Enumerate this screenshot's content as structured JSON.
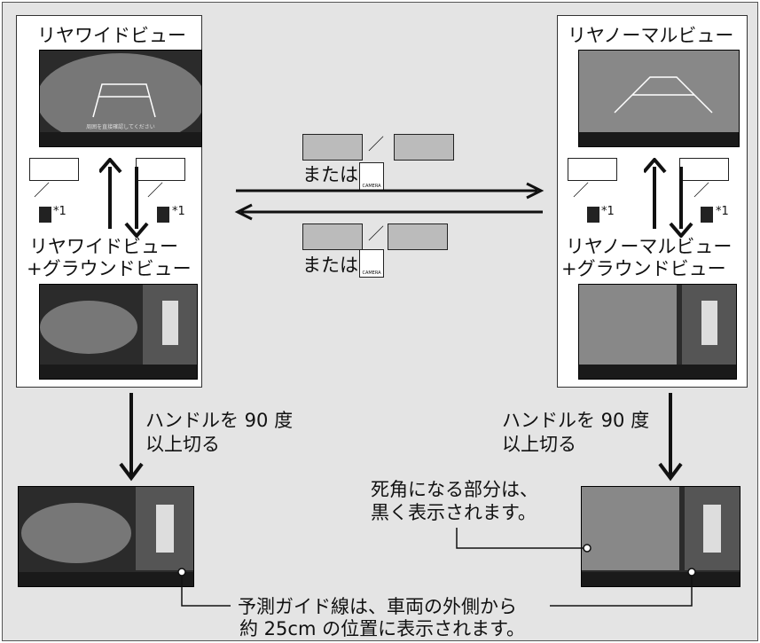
{
  "views": {
    "rear_wide": "リヤワイドビュー",
    "rear_normal": "リヤノーマルビュー",
    "rear_wide_ground_1": "リヤワイドビュー",
    "rear_wide_ground_2": "+グラウンドビュー",
    "rear_normal_ground_1": "リヤノーマルビュー",
    "rear_normal_ground_2": "+グラウンドビュー"
  },
  "switch": {
    "slash": "／",
    "or_text": "または",
    "camera_label": "CAMERA",
    "footnote": "*1"
  },
  "steering": {
    "left_line1": "ハンドルを 90 度",
    "left_line2": "以上切る",
    "right_line1": "ハンドルを 90 度",
    "right_line2": "以上切る"
  },
  "notes": {
    "blind_line1": "死角になる部分は、",
    "blind_line2": "黒く表示されます。",
    "guide_line1": "予測ガイド線は、車両の外側から",
    "guide_line2": "約 25cm の位置に表示されます。"
  },
  "screen": {
    "caution": "周囲を直接確認してください"
  }
}
